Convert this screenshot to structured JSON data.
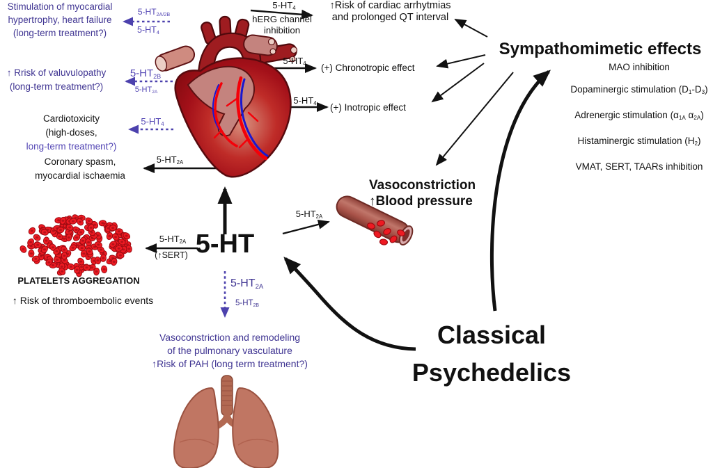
{
  "palette": {
    "purple_text": "#3f3492",
    "violet_text": "#5346b4",
    "arrow_purple": "#4c41ad",
    "black": "#111111",
    "cell_red": "#ee1a22",
    "heart_red": "#a31019",
    "lung_mauve": "#c07663"
  },
  "nodes": {
    "hypertrophy": {
      "lines": [
        "Stimulation of myocardial",
        "hypertrophy, heart failure",
        "(long-term treatment?)"
      ]
    },
    "valvulopathy": {
      "lines": [
        "↑ Rrisk of valuvulopathy",
        "(long-term treatment?)"
      ]
    },
    "cardiotoxicity": {
      "lines": [
        "Cardiotoxicity",
        "(high-doses,",
        "long-term treatment?)"
      ]
    },
    "coronary": {
      "lines": [
        "Coronary spasm,",
        "myocardial ischaemia"
      ]
    },
    "herg": {
      "lines": [
        "hERG channel",
        "inhibition"
      ]
    },
    "arrhythmias": {
      "lines": [
        "↑Risk of cardiac arrhytmias",
        "and prolonged QT interval"
      ]
    },
    "chronotropic": {
      "text": "(+) Chronotropic effect"
    },
    "inotropic": {
      "text": "(+) Inotropic effect"
    },
    "vasoconstriction": {
      "lines": [
        "Vasoconstriction",
        "↑Blood pressure"
      ]
    },
    "platelets": {
      "title": "PLATELETS AGGREGATION",
      "risk": "↑ Risk of thromboembolic events"
    },
    "serotonin": {
      "text": "5-HT"
    },
    "pulmonary": {
      "lines": [
        "Vasoconstriction and remodeling",
        "of the pulmonary vasculature",
        "↑Risk of PAH (long term treatment?)"
      ]
    },
    "classical": {
      "lines": [
        "Classical",
        "Psychedelics"
      ]
    },
    "sympathomimetic": {
      "title": "Sympathomimetic effects",
      "items": [
        [
          {
            "t": "MAO inhibition"
          }
        ],
        [
          {
            "t": "Dopaminergic stimulation (D"
          },
          {
            "t": "1",
            "s": 1
          },
          {
            "t": "-D"
          },
          {
            "t": "3",
            "s": 1
          },
          {
            "t": ")"
          }
        ],
        [
          {
            "t": "Adrenergic stimulation (α"
          },
          {
            "t": "1A",
            "s": 1
          },
          {
            "t": " α"
          },
          {
            "t": "2A",
            "s": 1
          },
          {
            "t": ")"
          }
        ],
        [
          {
            "t": "Histaminergic stimulation (H"
          },
          {
            "t": "2",
            "s": 1
          },
          {
            "t": ")"
          }
        ],
        [
          {
            "t": "VMAT, SERT, TAARs inhibition"
          }
        ]
      ]
    }
  },
  "receptor_labels": {
    "hypertrophy_top": [
      {
        "t": "5-HT"
      },
      {
        "t": "2A/2B",
        "s": 1
      }
    ],
    "hypertrophy_bottom": [
      {
        "t": "5-HT"
      },
      {
        "t": "4",
        "s": 1
      }
    ],
    "valvulopathy_top": [
      {
        "t": "5-HT"
      },
      {
        "t": "2B",
        "s": 1
      }
    ],
    "valvulopathy_bottom": [
      {
        "t": "5-HT"
      },
      {
        "t": "2A",
        "s": 1
      }
    ],
    "cardiotoxicity": [
      {
        "t": "5-HT"
      },
      {
        "t": "4",
        "s": 1
      }
    ],
    "coronary": [
      {
        "t": "5-HT"
      },
      {
        "t": "2A",
        "s": 1
      }
    ],
    "herg": [
      {
        "t": "5-HT"
      },
      {
        "t": "4",
        "s": 1
      }
    ],
    "chronotropic": [
      {
        "t": "5-HT"
      },
      {
        "t": "4",
        "s": 1
      }
    ],
    "inotropic": [
      {
        "t": "5-HT"
      },
      {
        "t": "4",
        "s": 1
      }
    ],
    "vessel": [
      {
        "t": "5-HT"
      },
      {
        "t": "2A",
        "s": 1
      }
    ],
    "platelets_top": [
      {
        "t": "5-HT"
      },
      {
        "t": "2A",
        "s": 1
      }
    ],
    "platelets_bottom": [
      {
        "t": "(↑SERT)"
      }
    ],
    "pah_top": [
      {
        "t": "5-HT"
      },
      {
        "t": "2A",
        "s": 1
      }
    ],
    "pah_bottom": [
      {
        "t": "5-HT"
      },
      {
        "t": "2B",
        "s": 1
      }
    ]
  }
}
